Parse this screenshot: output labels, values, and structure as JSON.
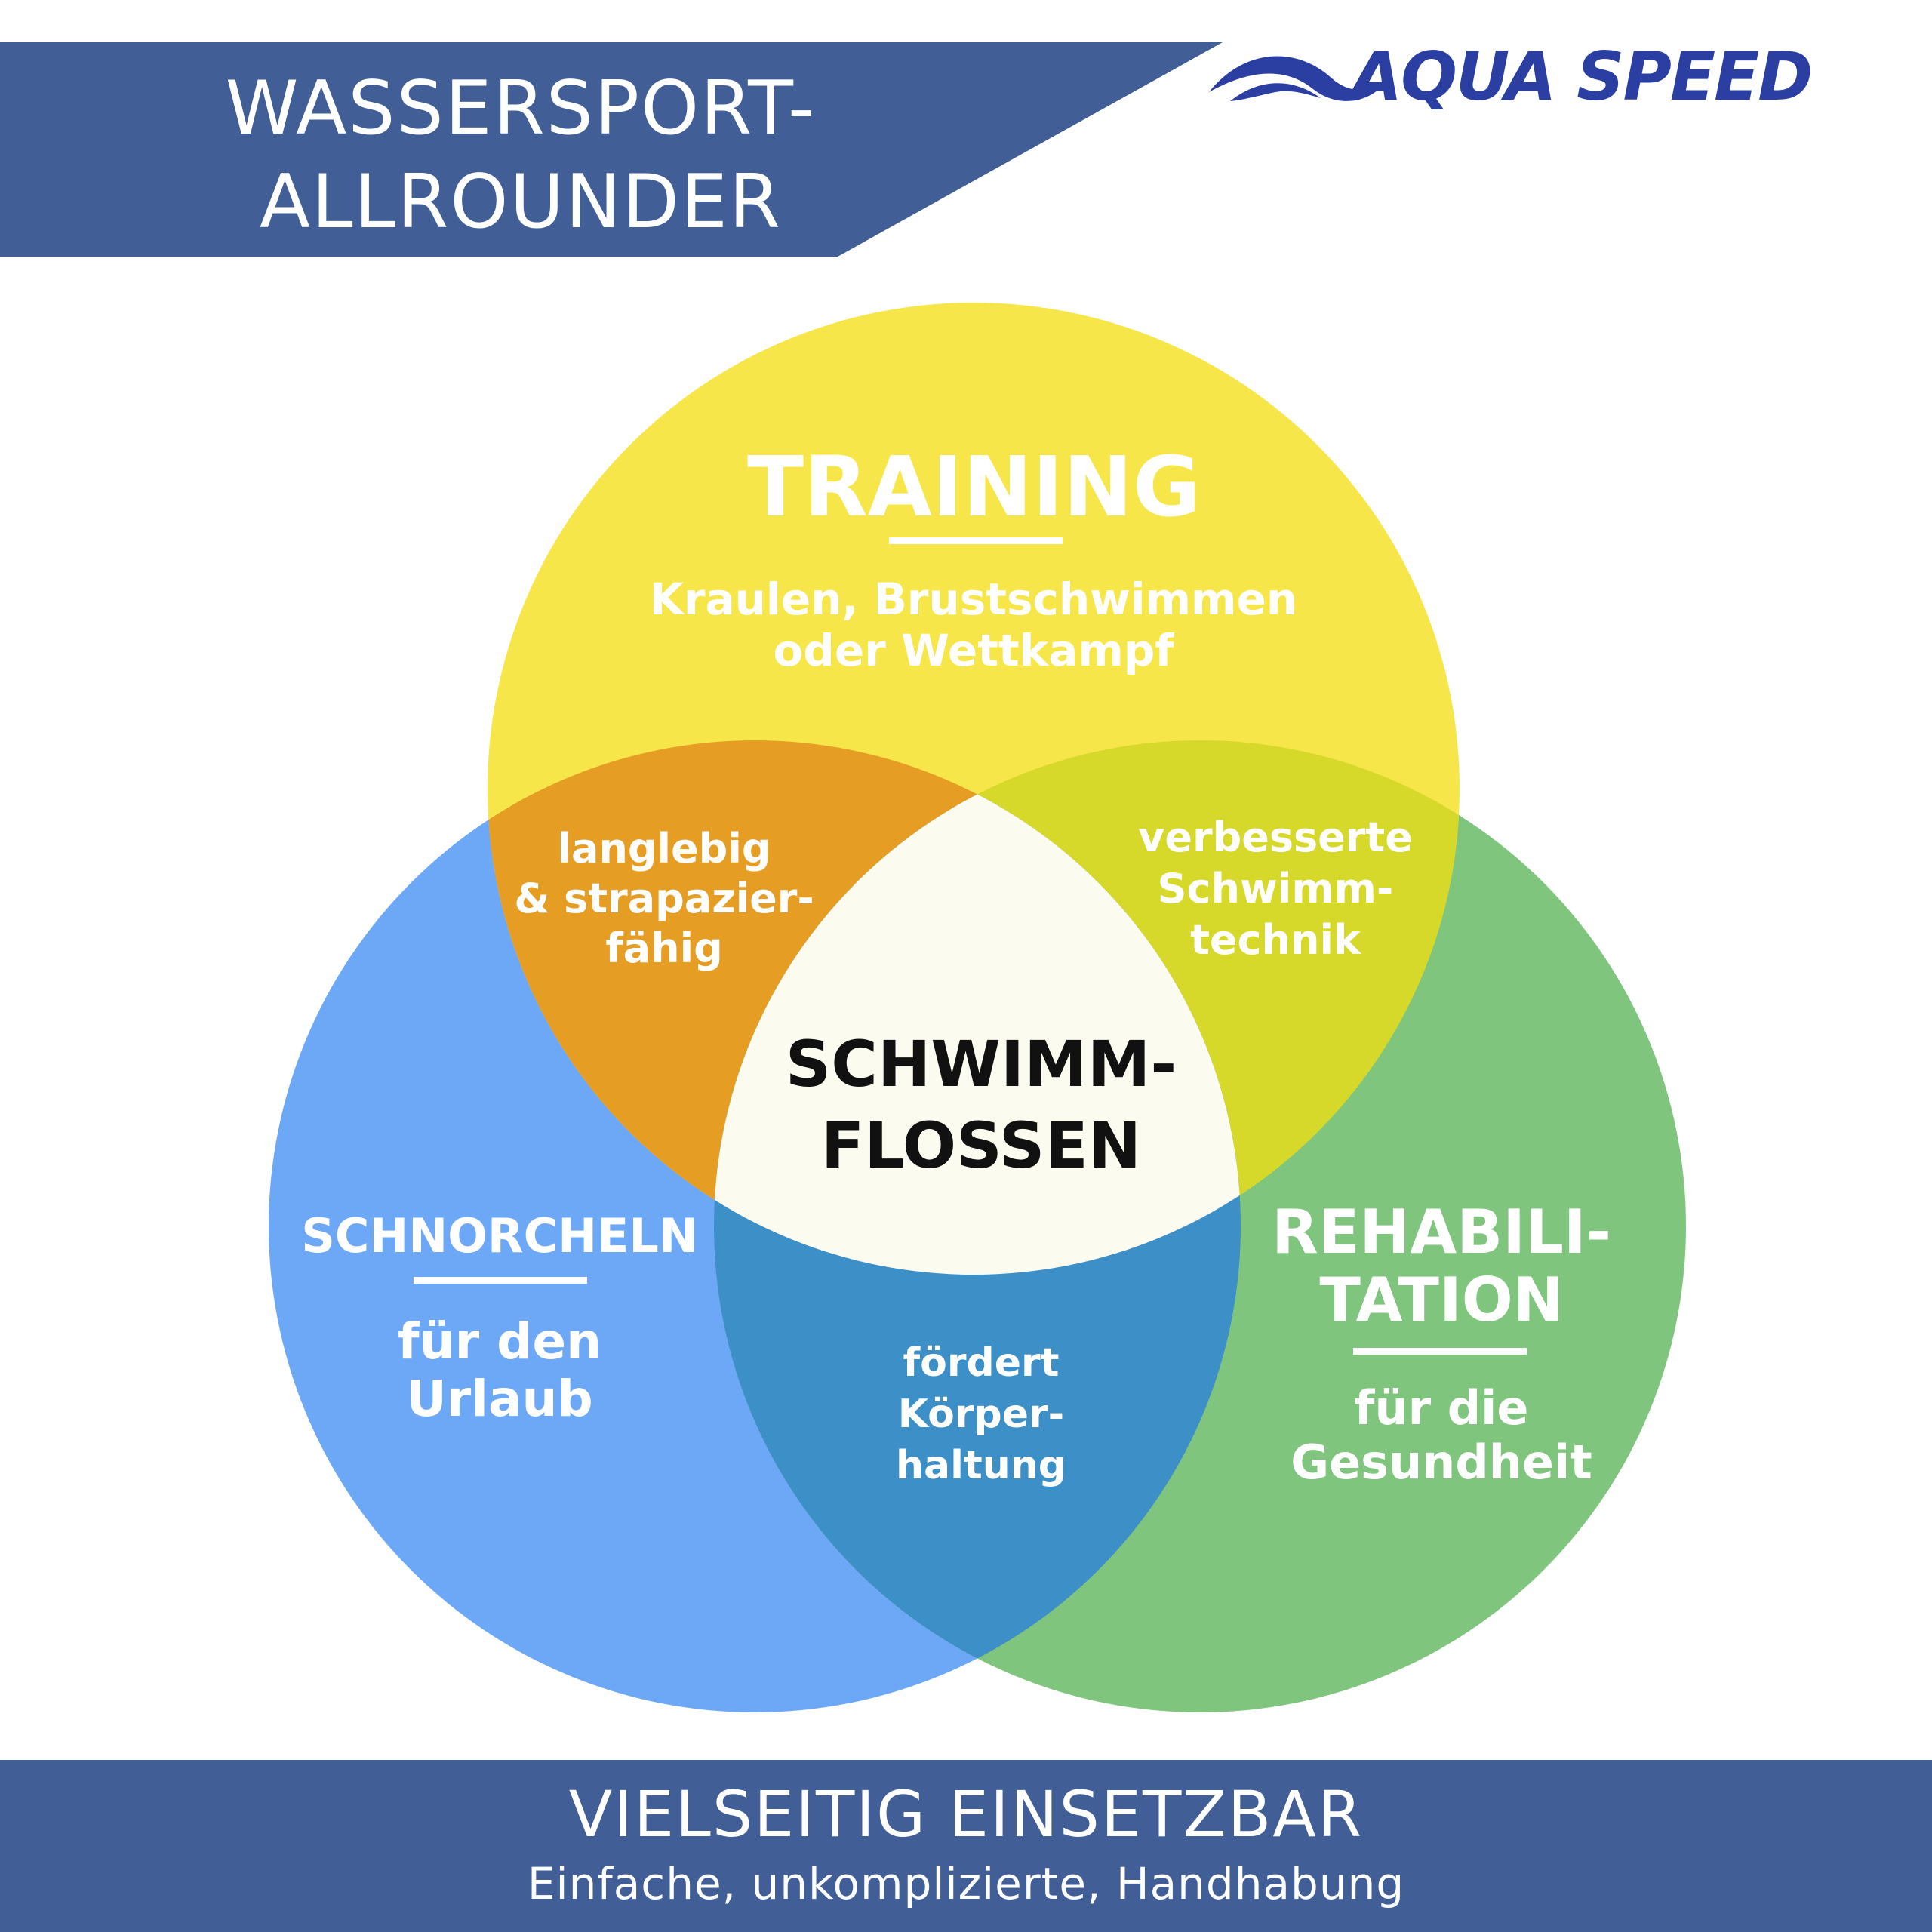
{
  "header": {
    "title_line1": "WASSERSPORT-",
    "title_line2": "ALLROUNDER",
    "band_color": "#415f96"
  },
  "brand": {
    "logo_text": "AQUA SPEED",
    "logo_color": "#2b3fa2",
    "logo_icon": "wave-icon"
  },
  "venn": {
    "circles": {
      "training": {
        "color": "#f7e64a"
      },
      "schnorcheln": {
        "color": "#6da8f6"
      },
      "rehabilitation": {
        "color": "#80c57d"
      }
    },
    "overlaps": {
      "training_schnorcheln_color": "#e69d24",
      "training_rehabilitation_color": "#d6d82a",
      "schnorcheln_rehabilitation_color": "#3d8fc7",
      "center_color": "#fbfbef"
    },
    "training": {
      "title": "TRAINING",
      "line1": "Kraulen, Brustschwimmen",
      "line2": "oder Wettkampf"
    },
    "schnorcheln": {
      "title": "SCHNORCHELN",
      "line1": "für den",
      "line2": "Urlaub"
    },
    "rehabilitation": {
      "title_line1": "REHABILI-",
      "title_line2": "TATION",
      "line1": "für die",
      "line2": "Gesundheit"
    },
    "training_schnorcheln": {
      "line1": "langlebig",
      "line2": "& strapazier-",
      "line3": "fähig"
    },
    "training_rehabilitation": {
      "line1": "verbesserte",
      "line2": "Schwimm-",
      "line3": "technik"
    },
    "schnorcheln_rehabilitation": {
      "line1": "fördert",
      "line2": "Körper-",
      "line3": "haltung"
    },
    "center": {
      "line1": "SCHWIMM-",
      "line2": "FLOSSEN"
    }
  },
  "footer": {
    "title": "VIELSEITIG EINSETZBAR",
    "subtitle": "Einfache, unkomplizierte, Handhabung",
    "band_color": "#415f96"
  }
}
